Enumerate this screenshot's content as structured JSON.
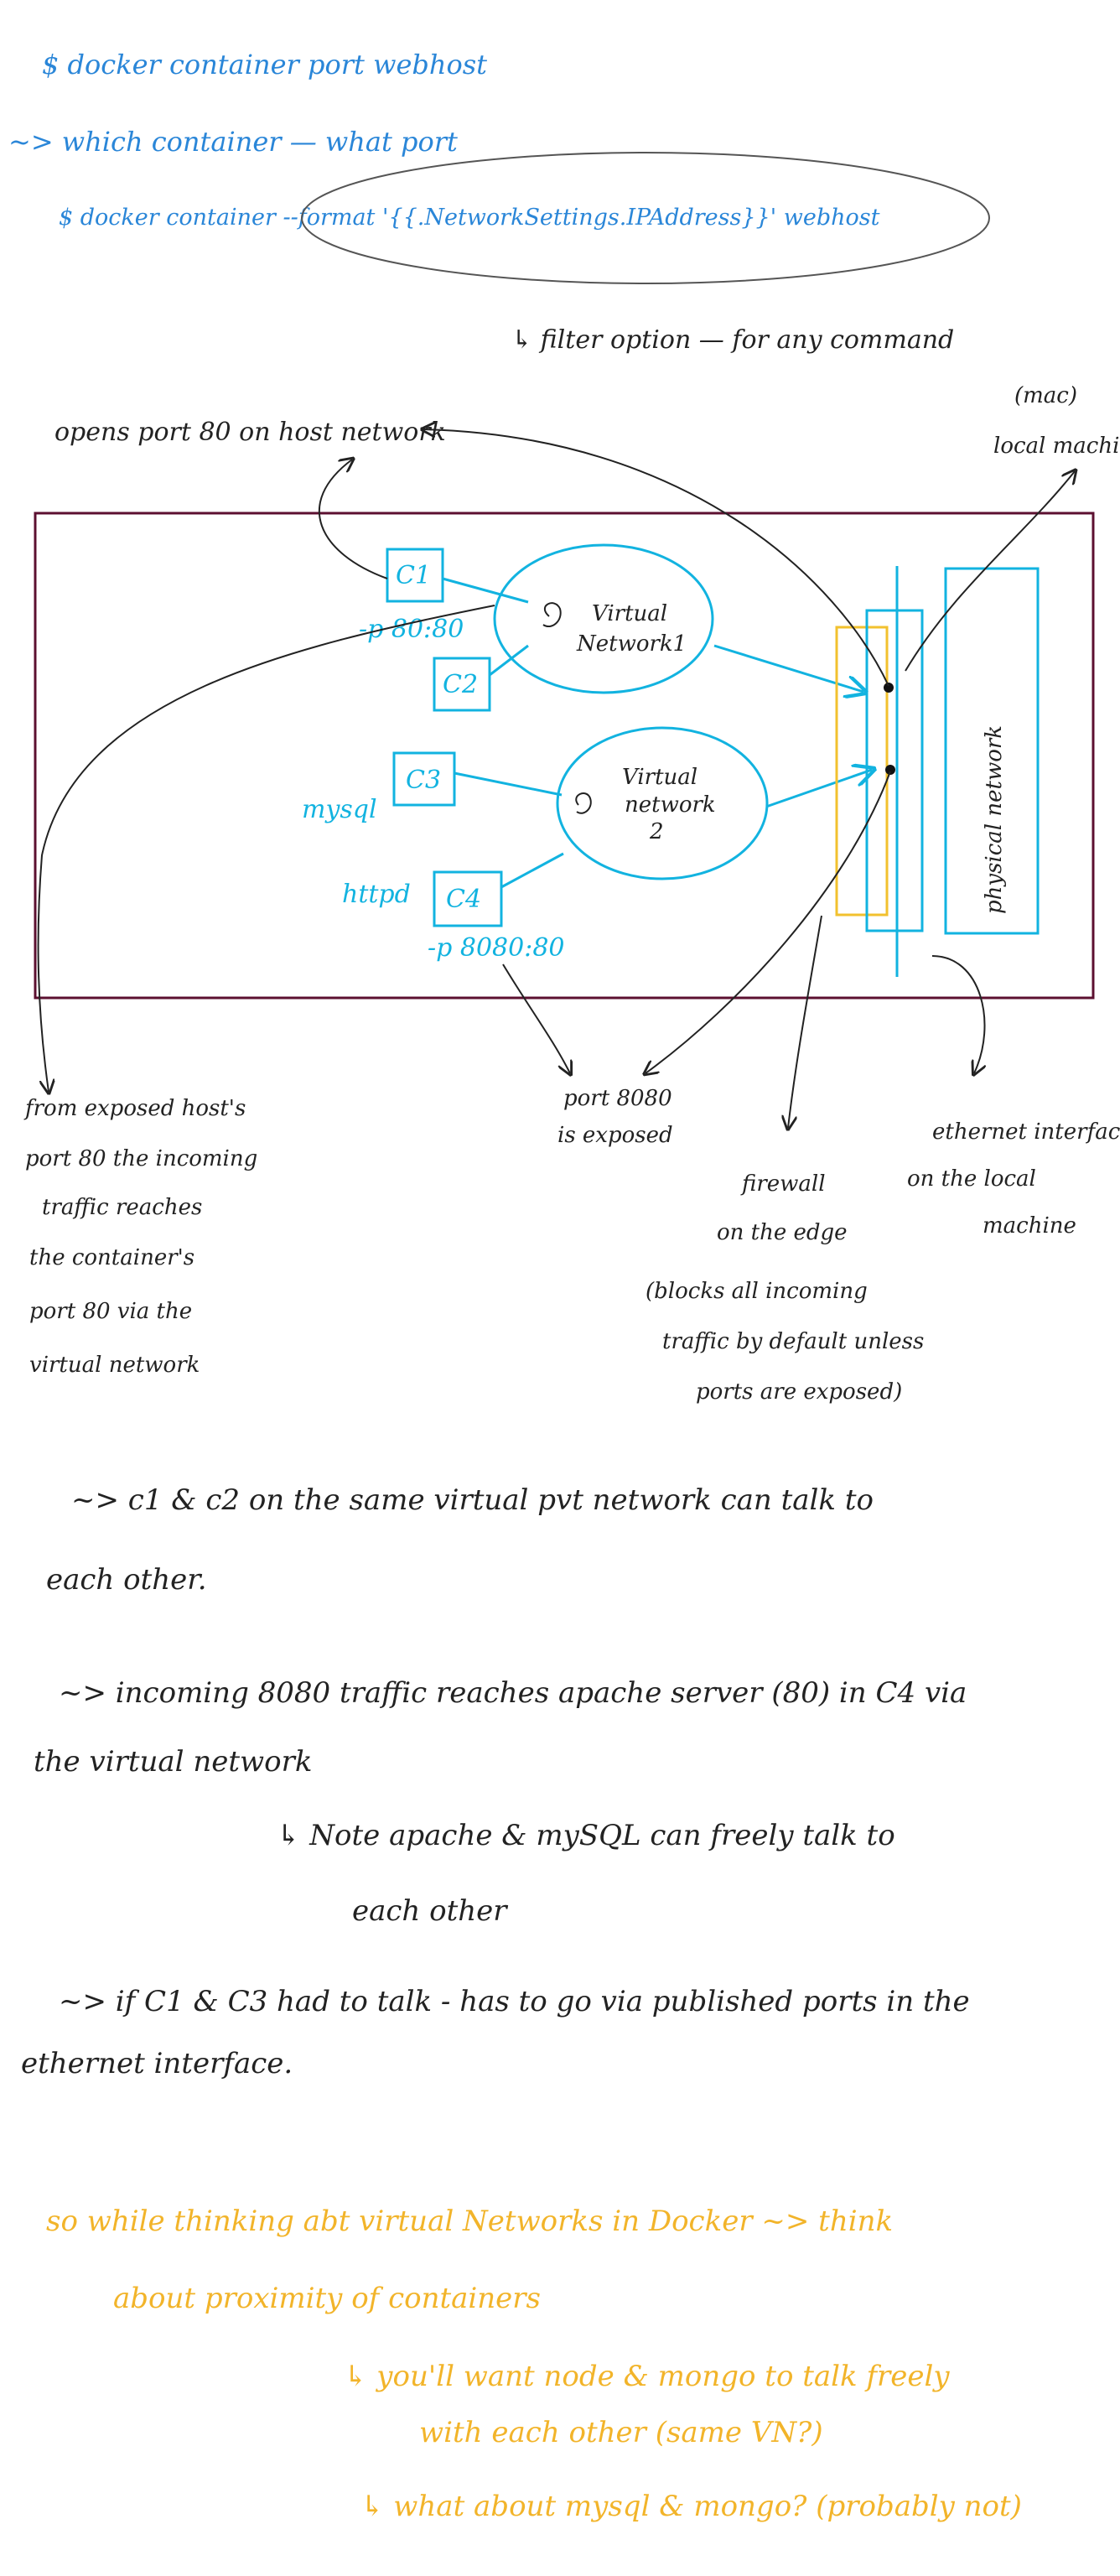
{
  "top_notes": {
    "line1": "$ docker container port webhost",
    "line2": "~> which container — what port",
    "line3": "$ docker container --format '{{.NetworkSettings.IPAddress}}' webhost",
    "line4": "↳ filter option — for any command"
  },
  "diagram": {
    "opens_port_label": "opens port 80 on host network",
    "local_machine_label_1": "(mac)",
    "local_machine_label_2": "local machine",
    "containers": [
      {
        "name": "C1"
      },
      {
        "name": "C2"
      },
      {
        "name": "C3"
      },
      {
        "name": "C4"
      }
    ],
    "port_c1": "-p 80:80",
    "port_c4": "-p 8080:80",
    "mysql_label": "mysql",
    "httpd_label": "httpd",
    "vnet1_line1": "Virtual",
    "vnet1_line2": "Network1",
    "vnet2_line1": "Virtual",
    "vnet2_line2": "network",
    "vnet2_line3": "2",
    "physical_network_label": "physical network",
    "annotations": {
      "left": [
        "from exposed host's",
        "port 80 the incoming",
        "traffic reaches",
        "the container's",
        "port 80 via the",
        "virtual network"
      ],
      "port8080": [
        "port 8080",
        "is exposed"
      ],
      "firewall": [
        "firewall",
        "on the edge"
      ],
      "firewall_note": [
        "(blocks all incoming",
        "traffic by default unless",
        "ports are exposed)"
      ],
      "ethernet": [
        "ethernet interface",
        "on the local",
        "machine"
      ]
    }
  },
  "bottom_notes": {
    "note1_line1": "~> c1 & c2 on the same virtual pvt network can talk to",
    "note1_line2": "each other.",
    "note2_line1": "~> incoming 8080 traffic reaches apache server (80) in C4 via",
    "note2_line2": "the virtual network",
    "note3_line1": "↳ Note apache & mySQL can freely talk to",
    "note3_line2": "each other",
    "note4_line1": "~> if C1 & C3 had to talk - has to go via published ports in the",
    "note4_line2": "ethernet interface."
  },
  "gold_notes": {
    "line1": "so while thinking abt virtual Networks in Docker ~> think",
    "line2": "about proximity of containers",
    "line3": "↳ you'll want node & mongo to talk freely",
    "line4": "with each other (same VN?)",
    "line5": "↳ what about mysql & mongo? (probably not)"
  }
}
